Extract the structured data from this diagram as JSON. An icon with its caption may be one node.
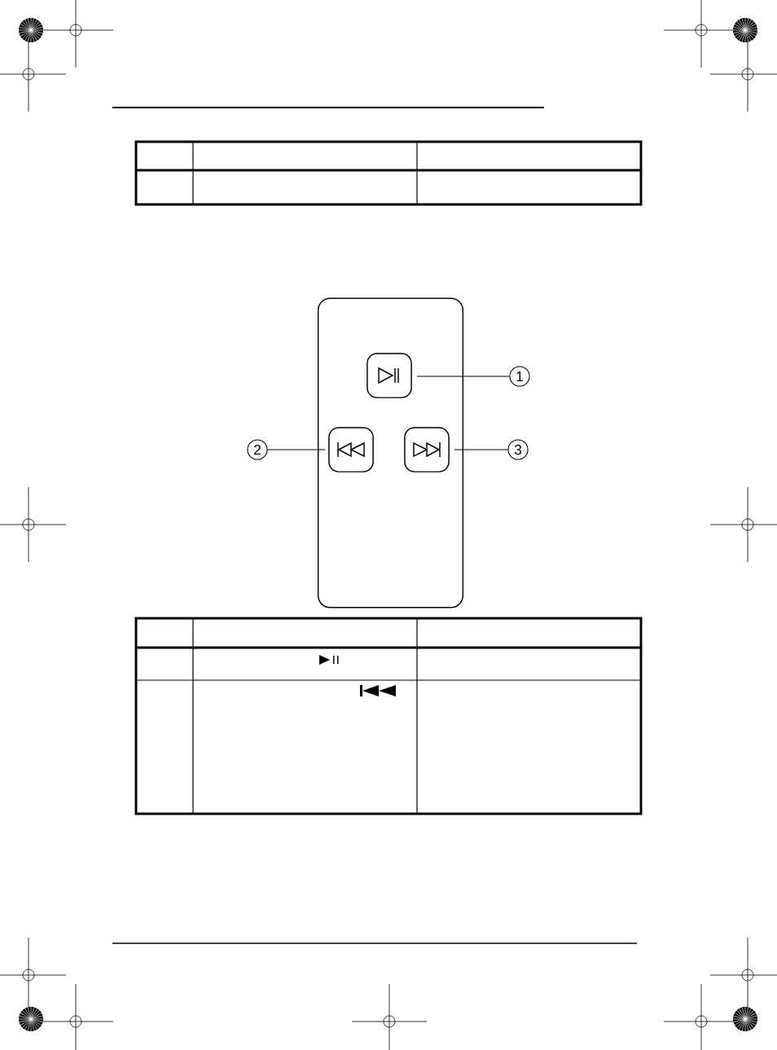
{
  "diagram": {
    "nodes": [
      {
        "text": [],
        "shape": "box"
      },
      {
        "text": [],
        "shape": "box",
        "in": 0
      },
      {
        "text": [
          "1"
        ]
      },
      {
        "text": [],
        "shape": "box",
        "in": 0
      },
      {
        "text": [
          "2"
        ]
      },
      {
        "text": [],
        "shape": "box",
        "in": 0
      },
      {
        "text": [
          "3"
        ]
      }
    ],
    "edges": [
      {
        "from": 2,
        "to": 1,
        "arrow": "none"
      },
      {
        "from": 4,
        "to": 3,
        "arrow": "none"
      },
      {
        "from": 6,
        "to": 5,
        "arrow": "none"
      }
    ]
  }
}
